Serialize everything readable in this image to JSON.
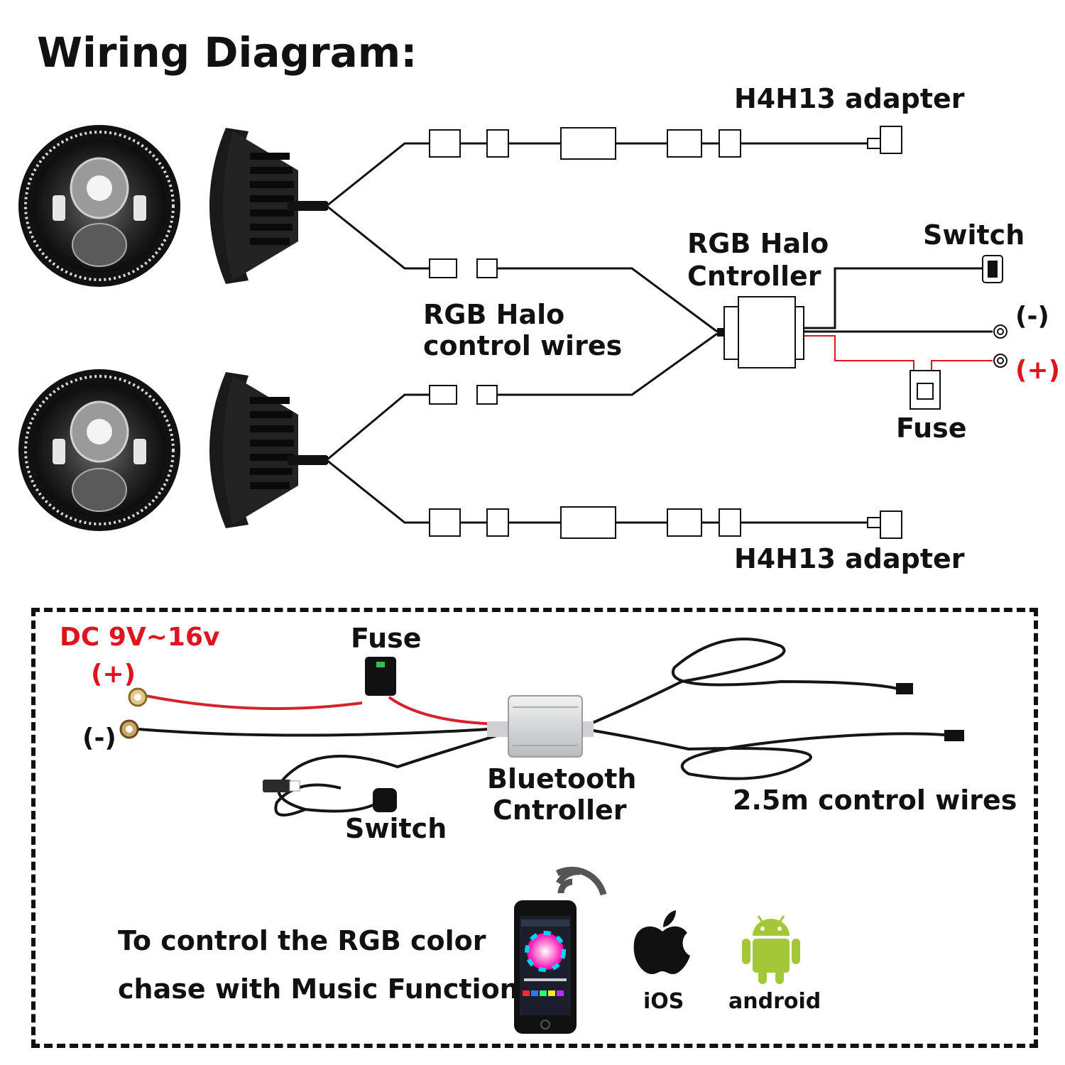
{
  "title": "Wiring Diagram:",
  "top_diagram": {
    "adapter_top": "H4H13 adapter",
    "adapter_bottom": "H4H13 adapter",
    "controller_label_line1": "RGB Halo",
    "controller_label_line2": "Cntroller",
    "switch_label": "Switch",
    "negative_label": "(-)",
    "positive_label": "(+)",
    "fuse_label": "Fuse",
    "control_wires_line1": "RGB Halo",
    "control_wires_line2": "control wires"
  },
  "kit_panel": {
    "voltage_label": "DC 9V~16v",
    "positive_label": "(+)",
    "negative_label": "(-)",
    "fuse_label": "Fuse",
    "switch_label": "Switch",
    "bluetooth_line1": "Bluetooth",
    "bluetooth_line2": "Cntroller",
    "control_wires_label": "2.5m control wires",
    "caption_line1": "To control the RGB color",
    "caption_line2": "chase with Music Function",
    "ios_label": "iOS",
    "android_label": "android"
  },
  "colors": {
    "wire_black": "#111111",
    "wire_red": "#e0141e",
    "android_green": "#a4c639",
    "controller_silver": "#d9dadb"
  }
}
